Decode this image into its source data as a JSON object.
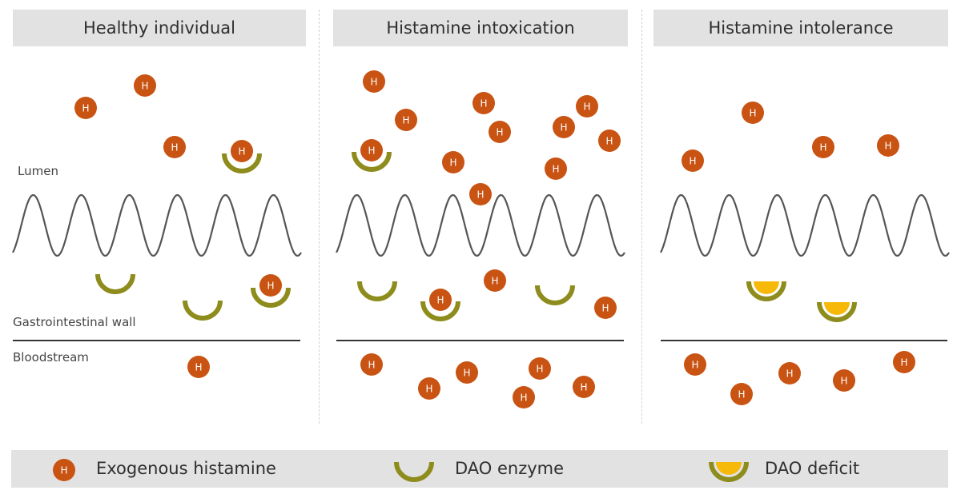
{
  "panels": [
    {
      "id": "healthy",
      "title": "Healthy individual"
    },
    {
      "id": "intoxication",
      "title": "Histamine intoxication"
    },
    {
      "id": "intolerance",
      "title": "Histamine intolerance"
    }
  ],
  "region_labels": {
    "lumen": "Lumen",
    "gi_wall": "Gastrointestinal wall",
    "bloodstream": "Bloodstream"
  },
  "histamine_symbol": "H",
  "legend": {
    "histamine": "Exogenous histamine",
    "dao_enzyme": "DAO enzyme",
    "dao_deficit": "DAO deficit"
  },
  "colors": {
    "histamine": "#c95312",
    "dao_enzyme": "#8d8c1c",
    "dao_deficit_fill": "#f6b90a",
    "wall_line": "#555555",
    "panel_header_bg": "#e2e2e2"
  },
  "icons": {
    "histamine": "histamine-molecule-icon",
    "dao_enzyme": "dao-enzyme-icon",
    "dao_deficit": "dao-deficit-icon"
  }
}
